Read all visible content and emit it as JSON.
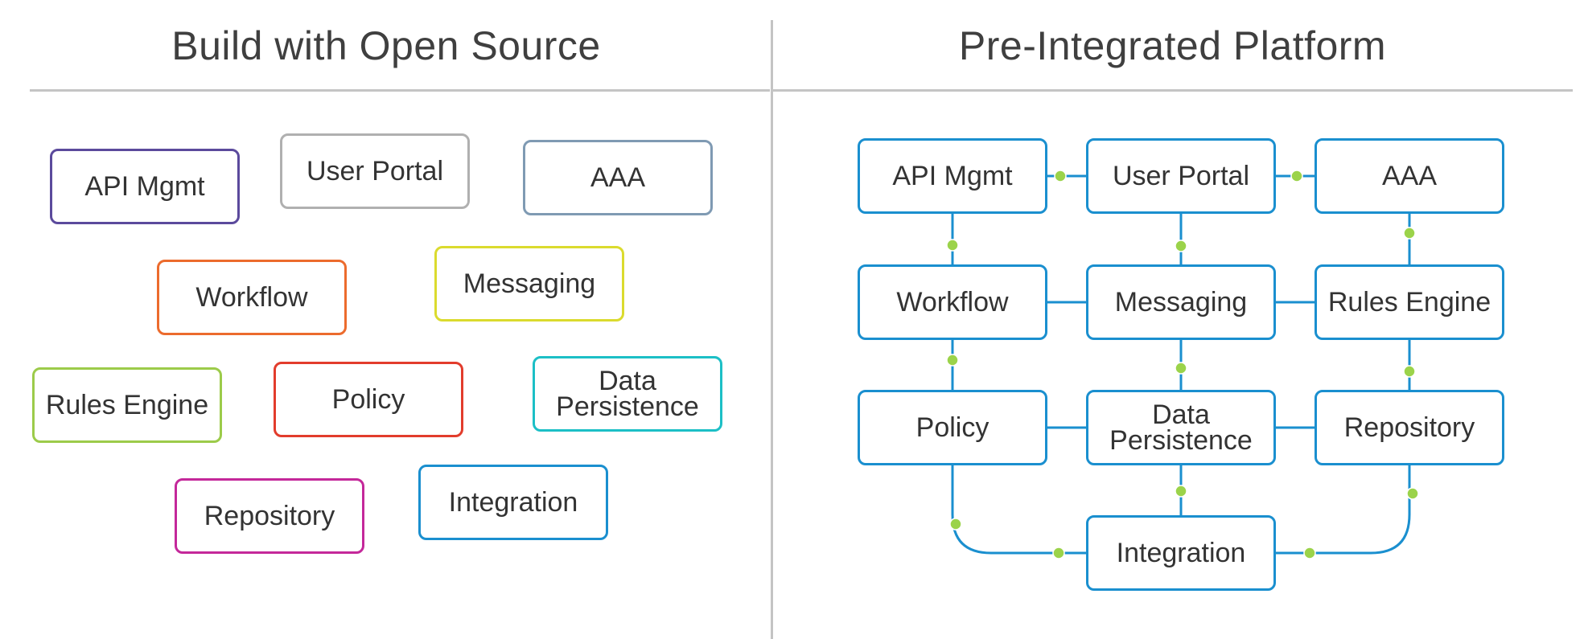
{
  "left": {
    "title": "Build with Open Source",
    "boxes": [
      {
        "label": "API Mgmt",
        "color": "#5b4a9c"
      },
      {
        "label": "User Portal",
        "color": "#b0b0b0"
      },
      {
        "label": "AAA",
        "color": "#7f9ab3"
      },
      {
        "label": "Workflow",
        "color": "#ec6b2d"
      },
      {
        "label": "Messaging",
        "color": "#dbdb2e"
      },
      {
        "label": "Rules Engine",
        "color": "#9ccb4a"
      },
      {
        "label": "Policy",
        "color": "#e23c2c"
      },
      {
        "label": "Data\nPersistence",
        "color": "#1cbfc6"
      },
      {
        "label": "Repository",
        "color": "#c4289a"
      },
      {
        "label": "Integration",
        "color": "#1a8fcf"
      }
    ]
  },
  "right": {
    "title": "Pre-Integrated Platform",
    "box_color": "#1a8fcf",
    "connector_color": "#1a8fcf",
    "node_color": "#9bd34a",
    "boxes": [
      {
        "label": "API Mgmt"
      },
      {
        "label": "User Portal"
      },
      {
        "label": "AAA"
      },
      {
        "label": "Workflow"
      },
      {
        "label": "Messaging"
      },
      {
        "label": "Rules Engine"
      },
      {
        "label": "Policy"
      },
      {
        "label": "Data\nPersistence"
      },
      {
        "label": "Repository"
      },
      {
        "label": "Integration"
      }
    ]
  }
}
